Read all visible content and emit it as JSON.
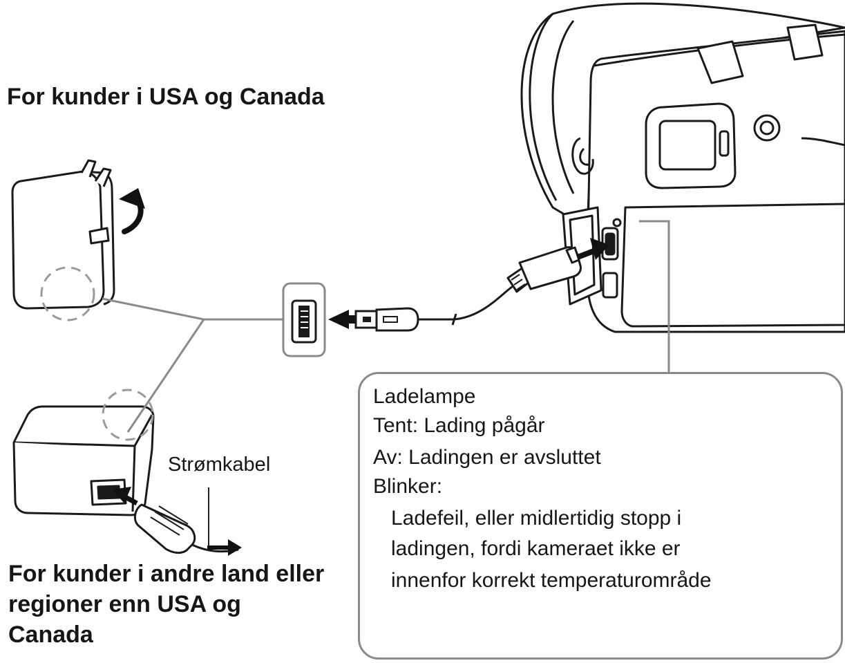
{
  "headings": {
    "us_canada": "For kunder i USA og Canada",
    "other_regions": [
      "For kunder i andre land eller",
      "regioner enn USA og",
      "Canada"
    ]
  },
  "labels": {
    "power_cord": "Strømkabel"
  },
  "callout": {
    "title": "Ladelampe",
    "on": "Tent: Lading pågår",
    "off": "Av: Ladingen er avsluttet",
    "blinking": "Blinker:",
    "blinking_detail": [
      "Ladefeil, eller midlertidig stopp i",
      "ladingen, fordi kameraet ikke er",
      "innenfor korrekt temperaturområde"
    ]
  },
  "colors": {
    "ink": "#161616",
    "line_gray": "#8a8a8a",
    "arrow": "#111111"
  },
  "icons": [
    "usb-port-icon",
    "camera-icon",
    "ac-adapter-icon",
    "usb-plug-icon",
    "power-plug-icon",
    "rotate-arrow-icon"
  ]
}
